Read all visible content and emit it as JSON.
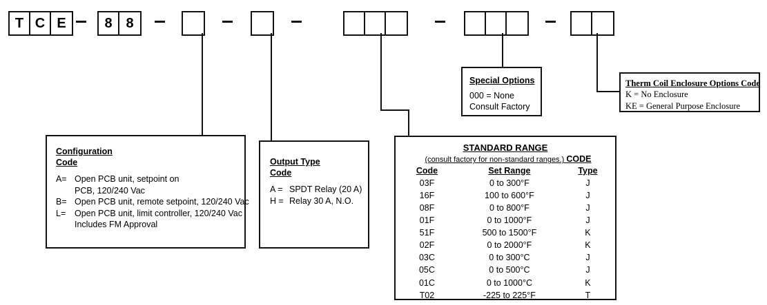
{
  "part_number": {
    "groups": [
      {
        "name": "prefix",
        "cells": [
          "T",
          "C",
          "E"
        ]
      },
      {
        "name": "series",
        "cells": [
          "8",
          "8"
        ]
      },
      {
        "name": "configuration",
        "cells": [
          ""
        ]
      },
      {
        "name": "output-type",
        "cells": [
          ""
        ]
      },
      {
        "name": "standard-range",
        "cells": [
          "",
          "",
          ""
        ]
      },
      {
        "name": "special-options",
        "cells": [
          "",
          "",
          ""
        ]
      },
      {
        "name": "enclosure",
        "cells": [
          "",
          ""
        ]
      }
    ],
    "separator": "–"
  },
  "configuration": {
    "title": "Configuration",
    "subtitle": "Code",
    "rows": [
      {
        "code": "A=",
        "text": "Open PCB unit, setpoint on",
        "cont": "PCB, 120/240 Vac"
      },
      {
        "code": "B=",
        "text": "Open PCB unit, remote setpoint, 120/240 Vac",
        "cont": ""
      },
      {
        "code": "L=",
        "text": "Open PCB unit, limit controller, 120/240 Vac",
        "cont": "Includes FM Approval"
      }
    ]
  },
  "output_type": {
    "title": "Output Type",
    "subtitle": "Code",
    "rows": [
      {
        "code": "A =",
        "text": "SPDT Relay (20 A)"
      },
      {
        "code": "H =",
        "text": "Relay 30 A, N.O."
      }
    ]
  },
  "special_options": {
    "title": "Special Options",
    "lines": [
      "000 = None",
      "Consult Factory"
    ]
  },
  "enclosure": {
    "title": "Therm Coil Enclosure Options Code",
    "lines": [
      "K = No Enclosure",
      "KE = General Purpose Enclosure"
    ]
  },
  "chart_data": {
    "type": "table",
    "title": "STANDARD RANGE",
    "subtitle": "(consult factory for non-standard ranges.)",
    "code_word": "CODE",
    "columns": [
      "Code",
      "Set Range",
      "Type"
    ],
    "rows": [
      [
        "03F",
        "0 to 300°F",
        "J"
      ],
      [
        "16F",
        "100 to 600°F",
        "J"
      ],
      [
        "08F",
        "0 to 800°F",
        "J"
      ],
      [
        "01F",
        "0 to 1000°F",
        "J"
      ],
      [
        "51F",
        "500 to 1500°F",
        "K"
      ],
      [
        "02F",
        "0 to 2000°F",
        "K"
      ],
      [
        "03C",
        "0 to 300°C",
        "J"
      ],
      [
        "05C",
        "0 to 500°C",
        "J"
      ],
      [
        "01C",
        "0 to 1000°C",
        "K"
      ],
      [
        "T02",
        "-225 to 225°F",
        "T"
      ]
    ]
  }
}
